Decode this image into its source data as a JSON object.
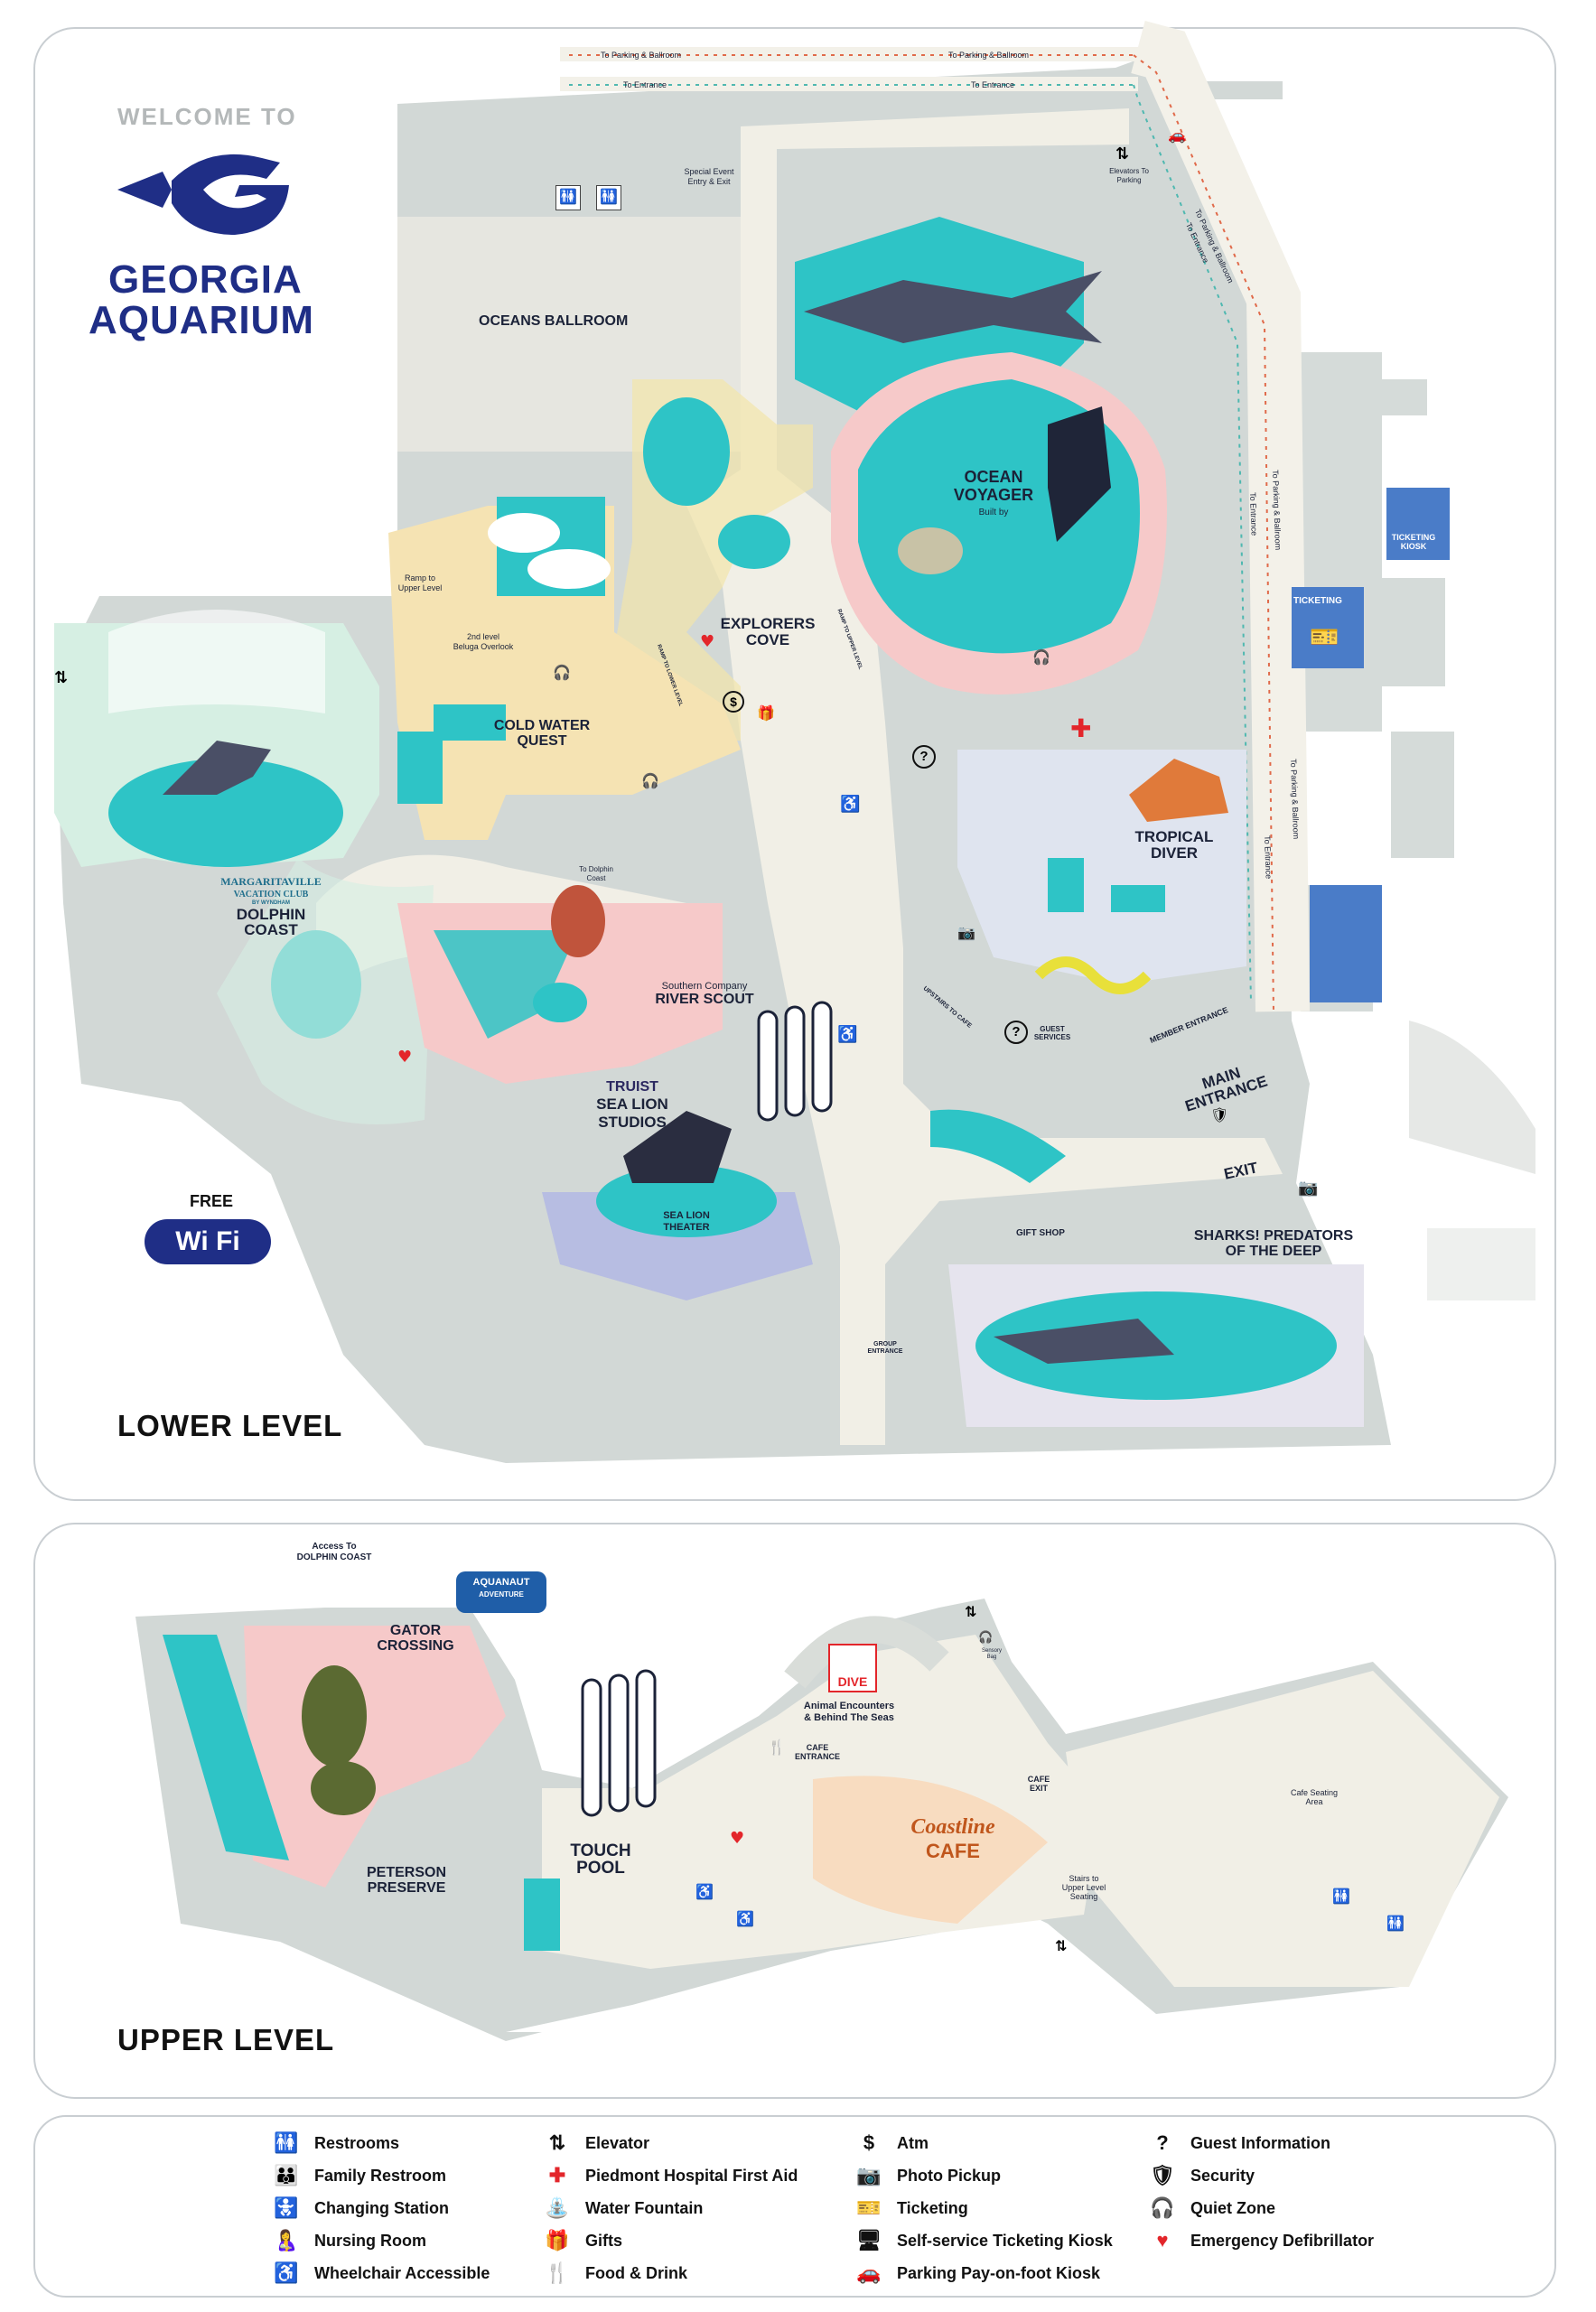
{
  "header": {
    "welcome": "WELCOME TO",
    "brand_line1": "GEORGIA",
    "brand_line2": "AQUARIUM",
    "wifi_free": "FREE",
    "wifi": "Wi Fi"
  },
  "colors": {
    "navy": "#1f2e86",
    "teal": "#2ec4c6",
    "land": "#d2d8d6",
    "path": "#f1efe6",
    "pink": "#f6c9c9",
    "yellow": "#f2e6a9",
    "mint": "#d6efe3",
    "blue": "#4a7cc8"
  },
  "lower": {
    "title": "LOWER LEVEL",
    "labels": {
      "oceans_ballroom": "OCEANS BALLROOM",
      "ocean_voyager_1": "OCEAN",
      "ocean_voyager_2": "VOYAGER",
      "built_by": "Built by",
      "explorers_1": "EXPLORERS",
      "explorers_2": "COVE",
      "cold_water_1": "COLD WATER",
      "cold_water_2": "QUEST",
      "tropical_1": "TROPICAL",
      "tropical_2": "DIVER",
      "dolphin_sponsor_1": "MARGARITAVILLE",
      "dolphin_sponsor_2": "VACATION CLUB",
      "dolphin_sponsor_3": "BY WYNDHAM",
      "dolphin_1": "DOLPHIN",
      "dolphin_2": "COAST",
      "river_sponsor": "Southern Company",
      "river_scout": "RIVER SCOUT",
      "truist": "TRUIST",
      "sea_lion_1": "SEA LION",
      "sea_lion_2": "STUDIOS",
      "theater_1": "SEA LION",
      "theater_2": "THEATER",
      "main_entrance_1": "MAIN",
      "main_entrance_2": "ENTRANCE",
      "member_entrance": "MEMBER ENTRANCE",
      "exit": "EXIT",
      "sharks_1": "SHARKS! PREDATORS",
      "sharks_2": "OF THE DEEP",
      "gift_shop": "GIFT SHOP",
      "group_1": "GROUP",
      "group_2": "ENTRANCE",
      "guest_1": "GUEST",
      "guest_2": "SERVICES",
      "upstairs_cafe": "UPSTAIRS TO CAFE",
      "ticketing": "TICKETING",
      "ticketing_kiosk_1": "TICKETING",
      "ticketing_kiosk_2": "KIOSK",
      "special_event_1": "Special Event",
      "special_event_2": "Entry & Exit",
      "elevators_1": "Elevators To",
      "elevators_2": "Parking",
      "ramp_1": "Ramp to",
      "ramp_2": "Upper Level",
      "beluga_1": "2nd level",
      "beluga_2": "Beluga Overlook",
      "to_dolphin_1": "To Dolphin",
      "to_dolphin_2": "Coast",
      "ramp_lower": "RAMP TO LOWER LEVEL",
      "ramp_upper": "RAMP TO UPPER LEVEL"
    },
    "directions": {
      "parking_ballroom": "To Parking & Ballroom",
      "to_entrance": "To Entrance"
    }
  },
  "upper": {
    "title": "UPPER LEVEL",
    "labels": {
      "access_1": "Access To",
      "access_2": "DOLPHIN COAST",
      "gator_1": "GATOR",
      "gator_2": "CROSSING",
      "aquanaut_1": "AQUANAUT",
      "aquanaut_2": "ADVENTURE",
      "peterson_1": "PETERSON",
      "peterson_2": "PRESERVE",
      "touch_1": "TOUCH",
      "touch_2": "POOL",
      "dive": "DIVE",
      "animal_1": "Animal Encounters",
      "animal_2": "& Behind The Seas",
      "cafe_entrance_1": "CAFE",
      "cafe_entrance_2": "ENTRANCE",
      "cafe_exit_1": "CAFE",
      "cafe_exit_2": "EXIT",
      "coastline": "Coastline",
      "cafe": "CAFE",
      "stairs_1": "Stairs to",
      "stairs_2": "Upper Level",
      "stairs_3": "Seating",
      "cafe_seating_1": "Cafe Seating",
      "cafe_seating_2": "Area",
      "sensory_1": "Sensory",
      "sensory_2": "Bag"
    }
  },
  "legend": [
    {
      "icon": "restrooms-icon",
      "glyph": "🚻",
      "label": "Restrooms"
    },
    {
      "icon": "family-restroom-icon",
      "glyph": "👪",
      "label": "Family Restroom"
    },
    {
      "icon": "changing-station-icon",
      "glyph": "🚼",
      "label": "Changing Station"
    },
    {
      "icon": "nursing-room-icon",
      "glyph": "🤱",
      "label": "Nursing Room"
    },
    {
      "icon": "wheelchair-icon",
      "glyph": "♿",
      "label": "Wheelchair Accessible"
    },
    {
      "icon": "elevator-icon",
      "glyph": "⇅",
      "label": "Elevator"
    },
    {
      "icon": "first-aid-icon",
      "glyph": "✚",
      "label": "Piedmont Hospital First Aid",
      "color": "#e3262b"
    },
    {
      "icon": "water-fountain-icon",
      "glyph": "⛲",
      "label": "Water Fountain"
    },
    {
      "icon": "gifts-icon",
      "glyph": "🎁",
      "label": "Gifts"
    },
    {
      "icon": "food-drink-icon",
      "glyph": "🍴",
      "label": "Food & Drink"
    },
    {
      "icon": "atm-icon",
      "glyph": "$",
      "label": "Atm"
    },
    {
      "icon": "camera-icon",
      "glyph": "📷",
      "label": "Photo Pickup"
    },
    {
      "icon": "ticket-icon",
      "glyph": "🎫",
      "label": "Ticketing"
    },
    {
      "icon": "kiosk-icon",
      "glyph": "🖥",
      "label": "Self-service Ticketing Kiosk"
    },
    {
      "icon": "parking-kiosk-icon",
      "glyph": "🚗",
      "label": "Parking Pay-on-foot Kiosk"
    },
    {
      "icon": "guest-info-icon",
      "glyph": "?",
      "label": "Guest Information"
    },
    {
      "icon": "security-icon",
      "glyph": "🛡",
      "label": "Security"
    },
    {
      "icon": "quiet-zone-icon",
      "glyph": "🎧",
      "label": "Quiet Zone"
    },
    {
      "icon": "aed-icon",
      "glyph": "♥",
      "label": "Emergency Defibrillator",
      "color": "#e3262b"
    }
  ]
}
